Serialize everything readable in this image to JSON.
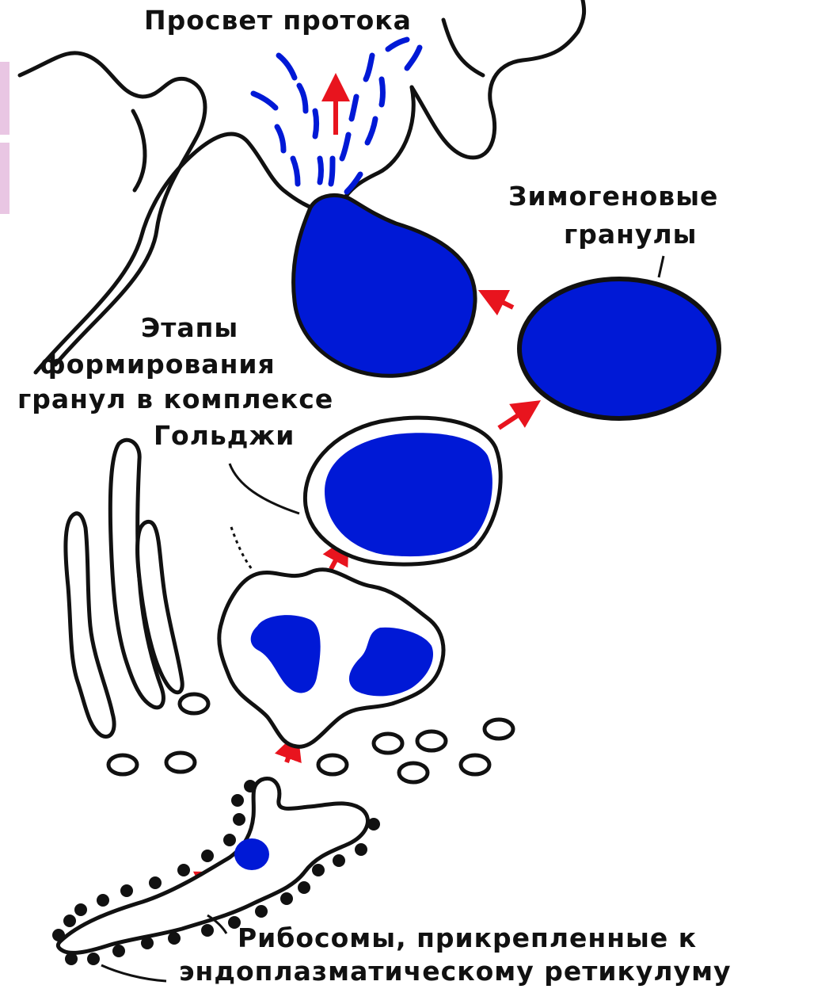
{
  "labels": {
    "duct_lumen": "Просвет протока",
    "zymogen_granules_line1": "Зимогеновые",
    "zymogen_granules_line2": "гранулы",
    "stages_line1": "Этапы",
    "stages_line2": "формирования",
    "stages_line3": "гранул в комплексе",
    "stages_line4": "Гольджи",
    "ribosomes_line1": "Рибосомы, прикрепленные к",
    "ribosomes_line2": "эндоплазматическому ретикулуму"
  },
  "colors": {
    "granule_fill": "#0019d6",
    "arrow": "#e8141e",
    "outline": "#111111",
    "accent_strip": "#e9c6e3"
  }
}
